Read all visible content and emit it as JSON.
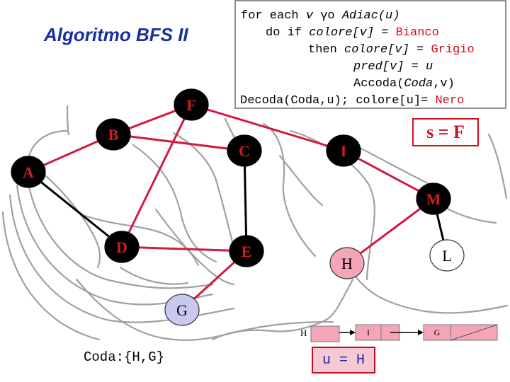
{
  "title": "Algoritmo BFS II",
  "algorithm": {
    "line1": {
      "a": "for each ",
      "v": "v",
      "sym": " γο ",
      "b": "Adiac(u)"
    },
    "line2": {
      "a": "do if ",
      "b": "colore[v]",
      "c": " = ",
      "d": "Bianco"
    },
    "line3": {
      "a": "then ",
      "b": "colore[v]",
      "c": " = ",
      "d": "Grigio"
    },
    "line4": {
      "a": "pred[v]",
      "b": " = u"
    },
    "line5": {
      "a": "Accoda(",
      "b": "Coda",
      "c": ",v)"
    },
    "line6": {
      "a": "Decoda(Coda,u); colore[u]= ",
      "b": "Nero"
    }
  },
  "source": "s = F",
  "queue_text": "Coda:{H,G}",
  "current": "u = H",
  "nodes": [
    {
      "id": "A",
      "state": "black"
    },
    {
      "id": "B",
      "state": "black"
    },
    {
      "id": "C",
      "state": "black"
    },
    {
      "id": "D",
      "state": "black"
    },
    {
      "id": "E",
      "state": "black"
    },
    {
      "id": "F",
      "state": "black"
    },
    {
      "id": "G",
      "state": "grey"
    },
    {
      "id": "H",
      "state": "current"
    },
    {
      "id": "I",
      "state": "black"
    },
    {
      "id": "L",
      "state": "white"
    },
    {
      "id": "M",
      "state": "black"
    }
  ],
  "edges": [
    {
      "from": "F",
      "to": "B",
      "tree": true
    },
    {
      "from": "F",
      "to": "D",
      "tree": true
    },
    {
      "from": "F",
      "to": "I",
      "tree": true
    },
    {
      "from": "B",
      "to": "A",
      "tree": true
    },
    {
      "from": "B",
      "to": "C",
      "tree": true
    },
    {
      "from": "A",
      "to": "D",
      "tree": false
    },
    {
      "from": "C",
      "to": "E",
      "tree": false
    },
    {
      "from": "D",
      "to": "E",
      "tree": true
    },
    {
      "from": "E",
      "to": "G",
      "tree": true
    },
    {
      "from": "I",
      "to": "M",
      "tree": true
    },
    {
      "from": "M",
      "to": "H",
      "tree": true
    },
    {
      "from": "M",
      "to": "L",
      "tree": false
    }
  ],
  "adjacency_list": {
    "head": "H",
    "cells": [
      "I",
      "G"
    ]
  },
  "colors": {
    "tree_edge": "#d01a40",
    "normal_edge": "#000000",
    "black_node": "#000000",
    "grey_node": "#c8c8f0",
    "current_node": "#f4a6b8",
    "white_node": "#ffffff",
    "node_text_on_black": "#cc2020",
    "background_lines": "#a0a0a0"
  }
}
